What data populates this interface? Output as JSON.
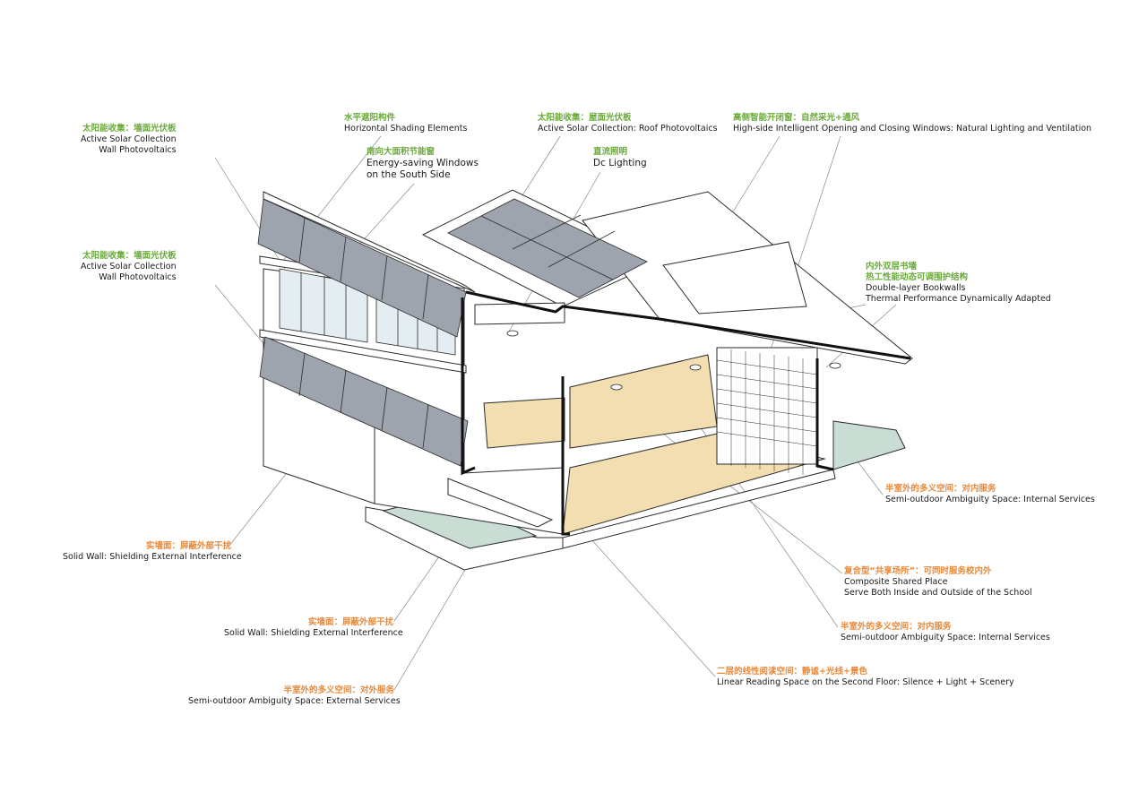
{
  "palette": {
    "green": "#6aaa3a",
    "orange": "#e8893a",
    "pv_panel": "#9ea4ad",
    "floor": "#f2deb0",
    "ground": "#c9ddd5",
    "glass": "#e4eef2",
    "line": "#2a2a2a",
    "leader": "#8a8a8a"
  },
  "labels": {
    "l1": {
      "zh": "太阳能收集：墙面光伏板",
      "en": [
        "Active Solar Collection",
        "Wall Photovoltaics"
      ]
    },
    "l2": {
      "zh": "水平遮阳构件",
      "en": [
        "Horizontal Shading Elements"
      ]
    },
    "l3": {
      "zh": "南向大面积节能窗",
      "en": [
        "Energy-saving Windows",
        "on the South Side"
      ]
    },
    "l4": {
      "zh": "太阳能收集：屋面光伏板",
      "en": [
        "Active Solar Collection: Roof Photovoltaics"
      ]
    },
    "l5": {
      "zh": "直流照明",
      "en": [
        "Dc Lighting"
      ]
    },
    "l6": {
      "zh": "高侧智能开闭窗：自然采光+通风",
      "en": [
        "High-side Intelligent Opening and Closing Windows: Natural Lighting and Ventilation"
      ]
    },
    "l7": {
      "zh": "太阳能收集：墙面光伏板",
      "en": [
        "Active Solar Collection",
        "Wall Photovoltaics"
      ]
    },
    "l8": {
      "zh": "内外双层书墙",
      "zh2": "热工性能动态可调围护结构",
      "en": [
        "Double-layer Bookwalls",
        "Thermal Performance Dynamically Adapted"
      ]
    },
    "l9": {
      "zh": "半室外的多义空间：对内服务",
      "en": [
        "Semi-outdoor Ambiguity Space: Internal Services"
      ]
    },
    "l10": {
      "zh": "实墙面：屏蔽外部干扰",
      "en": [
        "Solid Wall: Shielding External Interference"
      ]
    },
    "l11": {
      "zh": "复合型“共享场所”：可同时服务校内外",
      "en": [
        "Composite Shared Place",
        "Serve Both Inside and Outside of the School"
      ]
    },
    "l12": {
      "zh": "实墙面：屏蔽外部干扰",
      "en": [
        "Solid Wall: Shielding External Interference"
      ]
    },
    "l13": {
      "zh": "半室外的多义空间：对内服务",
      "en": [
        "Semi-outdoor Ambiguity Space: Internal Services"
      ]
    },
    "l14": {
      "zh": "二层的线性阅读空间：静谧+光线+景色",
      "en": [
        "Linear Reading Space on the Second Floor: Silence + Light + Scenery"
      ]
    },
    "l15": {
      "zh": "半室外的多义空间：对外服务",
      "en": [
        "Semi-outdoor Ambiguity Space: External Services"
      ]
    }
  }
}
